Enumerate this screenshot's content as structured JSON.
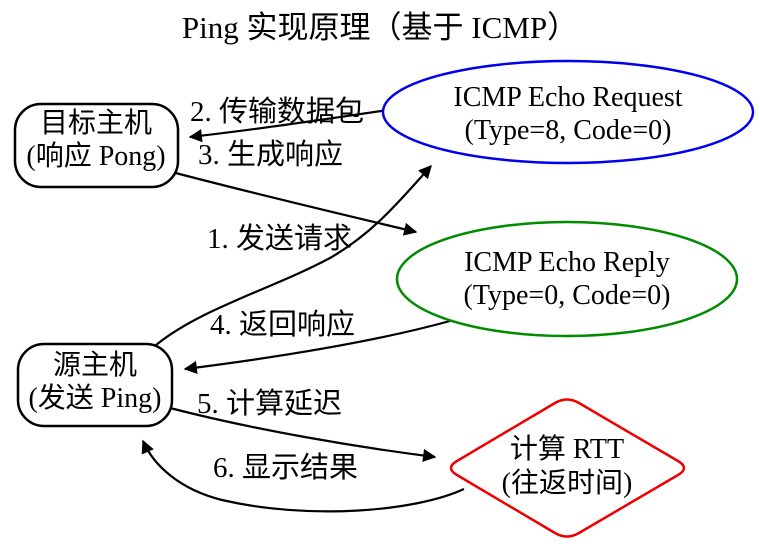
{
  "title": "Ping 实现原理（基于 ICMP）",
  "nodes": {
    "target_host": {
      "line1": "目标主机",
      "line2": "(响应 Pong)",
      "shape": "rounded-rectangle",
      "border_color": "#000000"
    },
    "echo_request": {
      "line1": "ICMP Echo Request",
      "line2": "(Type=8, Code=0)",
      "shape": "ellipse",
      "border_color": "#0000ee"
    },
    "echo_reply": {
      "line1": "ICMP Echo Reply",
      "line2": "(Type=0, Code=0)",
      "shape": "ellipse",
      "border_color": "#008b00"
    },
    "source_host": {
      "line1": "源主机",
      "line2": "(发送 Ping)",
      "shape": "rounded-rectangle",
      "border_color": "#000000"
    },
    "calc_rtt": {
      "line1": "计算 RTT",
      "line2": "(往返时间)",
      "shape": "rounded-diamond",
      "border_color": "#ee0000"
    }
  },
  "edges": [
    {
      "label": "1. 发送请求",
      "from": "source_host",
      "to": "echo_request"
    },
    {
      "label": "2. 传输数据包",
      "from": "echo_request",
      "to": "target_host"
    },
    {
      "label": "3. 生成响应",
      "from": "target_host",
      "to": "echo_reply"
    },
    {
      "label": "4. 返回响应",
      "from": "echo_reply",
      "to": "source_host"
    },
    {
      "label": "5. 计算延迟",
      "from": "source_host",
      "to": "calc_rtt"
    },
    {
      "label": "6. 显示结果",
      "from": "calc_rtt",
      "to": "source_host"
    }
  ],
  "colors": {
    "background": "#ffffff",
    "text": "#000000",
    "arrow": "#000000"
  }
}
